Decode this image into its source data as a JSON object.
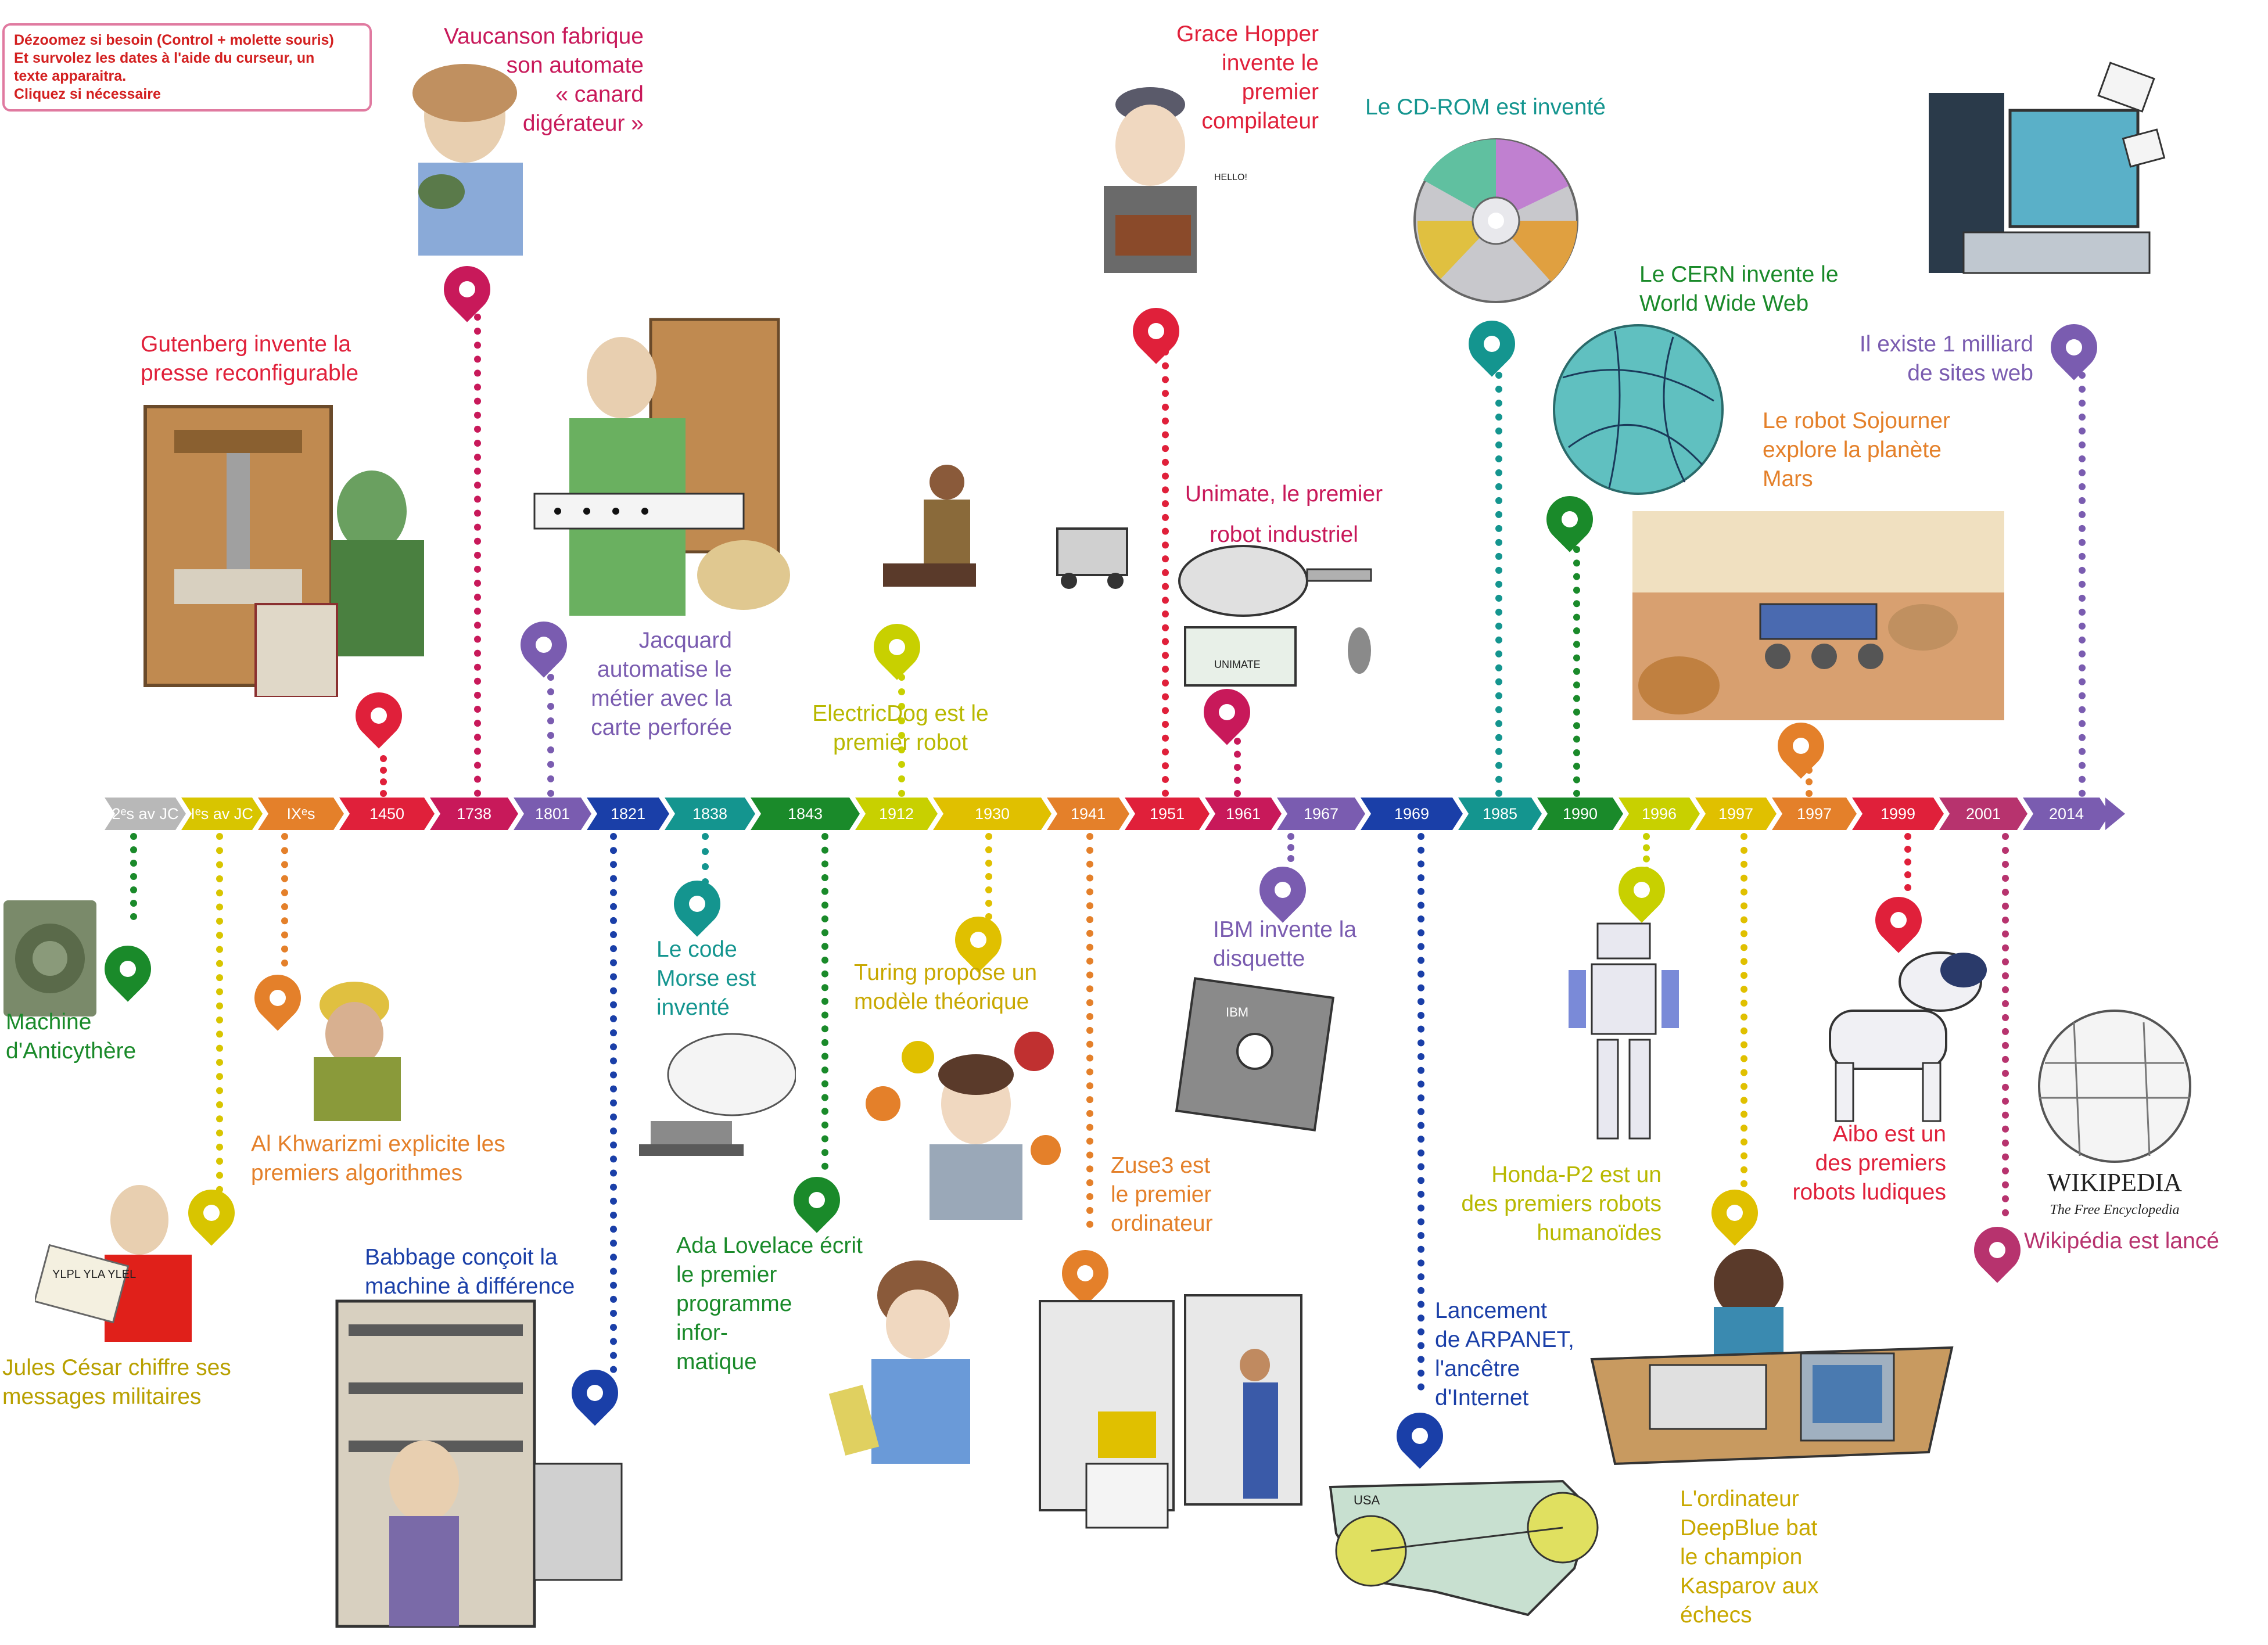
{
  "note": {
    "lines": [
      "Dézoomez si besoin (Control + molette souris)",
      "Et survolez les dates à l'aide du curseur, un",
      "texte apparaitra.",
      "Cliquez si nécessaire"
    ]
  },
  "timeline": {
    "dates": [
      "2ᵉs av JC",
      "Iᵉs av JC",
      "IXᵉs",
      "1450",
      "1738",
      "1801",
      "1821",
      "1838",
      "1843",
      "1912",
      "1930",
      "1941",
      "1951",
      "1961",
      "1967",
      "1969",
      "1985",
      "1990",
      "1996",
      "1997",
      "1997",
      "1999",
      "2001",
      "2014"
    ]
  },
  "events": {
    "anticythere": [
      "Machine",
      "d'Anticythère"
    ],
    "cesar": [
      "Jules César chiffre ses",
      "messages militaires"
    ],
    "khwarizmi": [
      "Al Khwarizmi explicite les",
      "premiers algorithmes"
    ],
    "gutenberg": [
      "Gutenberg invente la",
      "presse reconfigurable"
    ],
    "vaucanson": [
      "Vaucanson fabrique",
      "son automate",
      "« canard",
      "digérateur »"
    ],
    "jacquard": [
      "Jacquard",
      "automatise le",
      "métier avec la",
      "carte perforée"
    ],
    "babbage": [
      "Babbage conçoit la",
      "machine à différence"
    ],
    "morse": [
      "Le code",
      "Morse est",
      "inventé"
    ],
    "lovelace": [
      "Ada Lovelace écrit",
      "le premier",
      "programme",
      "infor-",
      "matique"
    ],
    "electricdog": [
      "ElectricDog est le",
      "premier robot"
    ],
    "turing": [
      "Turing propose un",
      "modèle théorique"
    ],
    "zuse": [
      "Zuse3  est",
      "le premier",
      "ordinateur"
    ],
    "hopper": [
      "Grace Hopper",
      "invente le",
      "premier",
      "compilateur"
    ],
    "unimate": [
      "Unimate, le premier",
      "robot industriel"
    ],
    "disquette": [
      "IBM invente la",
      "disquette"
    ],
    "arpanet": [
      "Lancement",
      "de ARPANET,",
      "l'ancêtre",
      "d'Internet"
    ],
    "cdrom": [
      "Le CD-ROM est inventé"
    ],
    "www": [
      "Le CERN invente le",
      "World Wide Web"
    ],
    "honda": [
      "Honda-P2 est un",
      "des premiers robots",
      "humanoïdes"
    ],
    "deepblue": [
      "L'ordinateur",
      "DeepBlue bat",
      "le champion",
      "Kasparov aux",
      "échecs"
    ],
    "sojourner": [
      "Le robot Sojourner",
      "explore la planète",
      "Mars"
    ],
    "aibo": [
      "Aibo est un",
      "des premiers",
      "robots ludiques"
    ],
    "wikipedia": [
      "Wikipédia est lancé"
    ],
    "milliard": [
      "Il existe 1 milliard",
      "de sites web"
    ]
  },
  "illustration_text": {
    "hello": "HELLO!",
    "unimate": "UNIMATE",
    "ibm": "IBM",
    "usa": "USA",
    "wiki_title": "WIKIPEDIA",
    "wiki_sub": "The Free Encyclopedia",
    "scroll": "YLPL YLA YLEL"
  },
  "colors": {
    "red": "#e0203a",
    "crimson": "#c8195a",
    "purple": "#7a5cb0",
    "blue": "#1a3fa8",
    "teal": "#14958f",
    "green": "#1a8a2a",
    "olive": "#b8b800",
    "yellow": "#e0c000",
    "orange": "#e4802a",
    "gray": "#b0b0b0",
    "magenta": "#b7336e"
  }
}
